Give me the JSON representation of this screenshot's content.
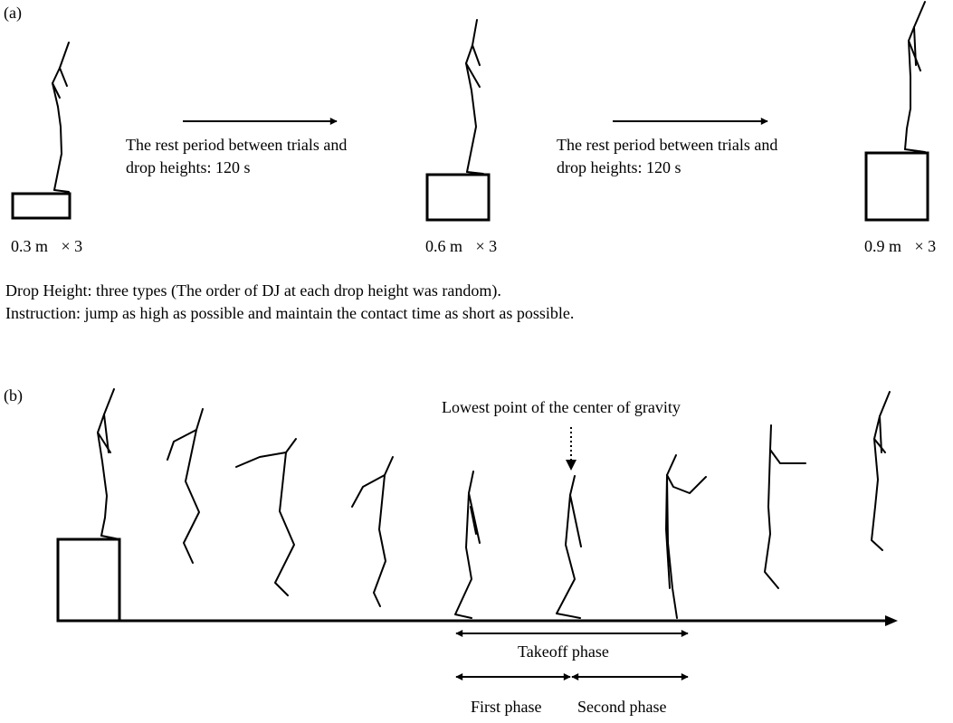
{
  "panel_a": {
    "label": "(a)",
    "heights": [
      {
        "height": "0.3 m",
        "times": "× 3"
      },
      {
        "height": "0.6 m",
        "times": "× 3"
      },
      {
        "height": "0.9 m",
        "times": "× 3"
      }
    ],
    "rest_text_line1": "The rest period between trials and",
    "rest_text_line2": "drop heights: 120 s",
    "drop_height_note": "Drop Height: three types (The order of DJ at each drop height was random).",
    "instruction_note": "Instruction: jump as high as possible and maintain the contact time as short as possible."
  },
  "panel_b": {
    "label": "(b)",
    "lowest_point_label": "Lowest point of the center of gravity",
    "takeoff_phase_label": "Takeoff phase",
    "first_phase_label": "First phase",
    "second_phase_label": "Second phase"
  }
}
